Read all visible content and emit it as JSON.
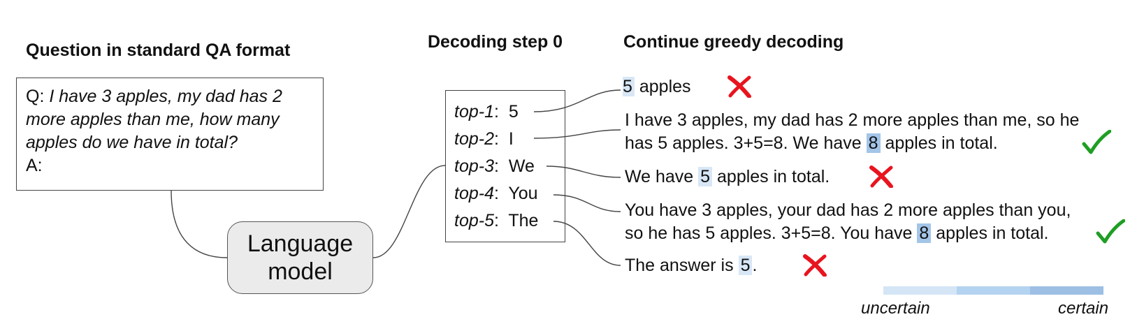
{
  "headings": {
    "question": "Question in standard QA format",
    "decoding_step": "Decoding step 0",
    "continue": "Continue greedy decoding"
  },
  "question_box": {
    "q_prefix": "Q: ",
    "q_line1": "I have 3 apples, my dad has 2",
    "q_line2": "more apples than me, how many",
    "q_line3": "apples do we have in total?",
    "a_line": "A:"
  },
  "model": {
    "line1": "Language",
    "line2": "model"
  },
  "top_k": [
    {
      "rank": "top-1",
      "token": "5"
    },
    {
      "rank": "top-2",
      "token": "I"
    },
    {
      "rank": "top-3",
      "token": "We"
    },
    {
      "rank": "top-4",
      "token": "You"
    },
    {
      "rank": "top-5",
      "token": "The"
    }
  ],
  "outputs": [
    {
      "line1_pre": "",
      "line1_hl": "5",
      "line1_post": " apples",
      "line2_pre": "",
      "line2_hl": "",
      "line2_post": "",
      "answer": "5",
      "correct": false,
      "confidence": "low"
    },
    {
      "line1_pre": "I have 3 apples, my dad has 2 more apples than me, so he",
      "line1_hl": "",
      "line1_post": "",
      "line2_pre": "has 5 apples. 3+5=8. We have ",
      "line2_hl": "8",
      "line2_post": " apples in total.",
      "answer": "8",
      "correct": true,
      "confidence": "high"
    },
    {
      "line1_pre": "We have ",
      "line1_hl": "5",
      "line1_post": " apples in total.",
      "line2_pre": "",
      "line2_hl": "",
      "line2_post": "",
      "answer": "5",
      "correct": false,
      "confidence": "low"
    },
    {
      "line1_pre": "You have 3 apples, your dad has 2 more apples than you,",
      "line1_hl": "",
      "line1_post": "",
      "line2_pre": "so he has 5 apples. 3+5=8. You have ",
      "line2_hl": "8",
      "line2_post": " apples in total.",
      "answer": "8",
      "correct": true,
      "confidence": "high"
    },
    {
      "line1_pre": "The answer is ",
      "line1_hl": "5",
      "line1_post": ".",
      "line2_pre": "",
      "line2_hl": "",
      "line2_post": "",
      "answer": "5",
      "correct": false,
      "confidence": "low"
    }
  ],
  "scale": {
    "low_label": "uncertain",
    "high_label": "certain",
    "colors": [
      "#d4e5f6",
      "#b4d3f0",
      "#9dbfe4"
    ]
  },
  "colors": {
    "highlight_low": "#d8e7f6",
    "highlight_high": "#a3c5e8",
    "cross": "#e8141e",
    "check": "#1f9e24"
  },
  "icons": {
    "correct": "checkmark-icon",
    "incorrect": "cross-icon"
  }
}
